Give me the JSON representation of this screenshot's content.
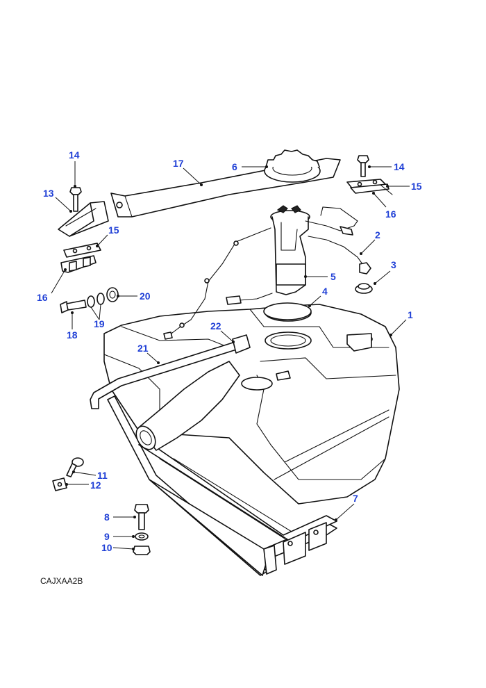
{
  "reference_code": "CAJXAA2B",
  "callouts": [
    {
      "id": "c1",
      "label": "1"
    },
    {
      "id": "c2",
      "label": "2"
    },
    {
      "id": "c3",
      "label": "3"
    },
    {
      "id": "c4",
      "label": "4"
    },
    {
      "id": "c5",
      "label": "5"
    },
    {
      "id": "c6",
      "label": "6"
    },
    {
      "id": "c7",
      "label": "7"
    },
    {
      "id": "c8",
      "label": "8"
    },
    {
      "id": "c9",
      "label": "9"
    },
    {
      "id": "c10",
      "label": "10"
    },
    {
      "id": "c11",
      "label": "11"
    },
    {
      "id": "c12",
      "label": "12"
    },
    {
      "id": "c13",
      "label": "13"
    },
    {
      "id": "c14a",
      "label": "14"
    },
    {
      "id": "c14b",
      "label": "14"
    },
    {
      "id": "c15a",
      "label": "15"
    },
    {
      "id": "c15b",
      "label": "15"
    },
    {
      "id": "c16a",
      "label": "16"
    },
    {
      "id": "c16b",
      "label": "16"
    },
    {
      "id": "c17",
      "label": "17"
    },
    {
      "id": "c18",
      "label": "18"
    },
    {
      "id": "c19",
      "label": "19"
    },
    {
      "id": "c20",
      "label": "20"
    },
    {
      "id": "c21",
      "label": "21"
    },
    {
      "id": "c22",
      "label": "22"
    }
  ],
  "colors": {
    "callout": "#1f3fd6",
    "line": "#111111"
  }
}
